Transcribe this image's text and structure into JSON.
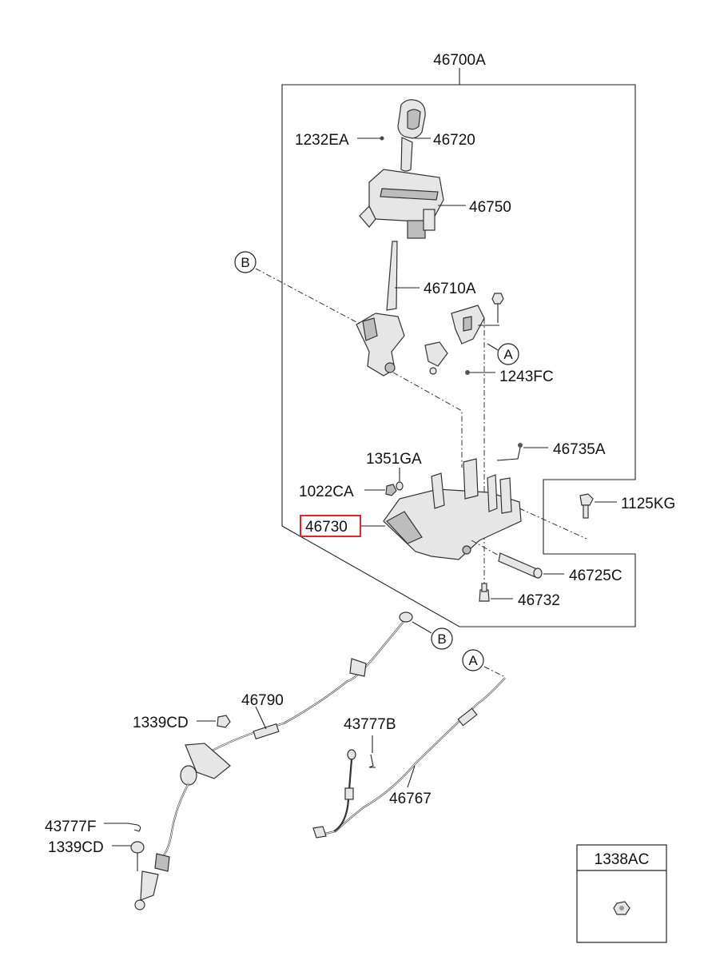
{
  "parts": {
    "assembly": "46700A",
    "knob": "46720",
    "knob_screw": "1232EA",
    "indicator": "46750",
    "lever": "46710A",
    "bolt_1243": "1243FC",
    "bracket": "46730",
    "nut_1351": "1351GA",
    "nut_1022": "1022CA",
    "spring_pin": "46735A",
    "bolt_1125": "1125KG",
    "pin_46725": "46725C",
    "bolt_46732": "46732",
    "cable_shift": "46790",
    "clip_1339_top": "1339CD",
    "clip_43777f": "43777F",
    "clip_1339_bot": "1339CD",
    "clip_43777b": "43777B",
    "cable_interlock": "46767",
    "nut_box": "1338AC"
  },
  "refs": {
    "b_top": "B",
    "a_mid": "A",
    "b_bot": "B",
    "a_bot": "A"
  },
  "highlight": {
    "part": "46730",
    "color": "#e0262b"
  }
}
